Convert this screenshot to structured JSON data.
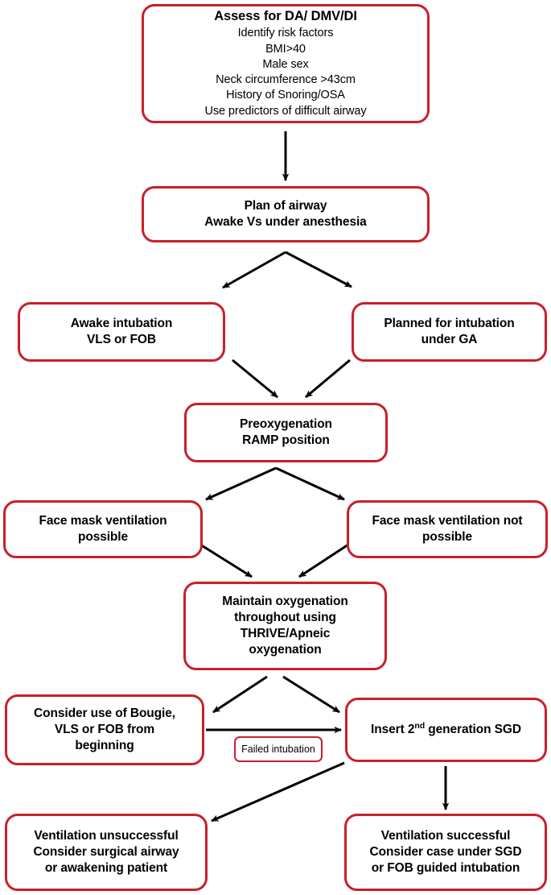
{
  "figure": {
    "type": "flowchart",
    "orientation": "top-to-bottom",
    "accent_color": "#c8202a",
    "text_color": "#000000",
    "background_color": "#ffffff"
  },
  "nodes": {
    "assess": {
      "title": "Assess for DA/ DMV/DI",
      "lines": [
        "Identify risk factors",
        "BMI>40",
        "Male sex",
        "Neck circumference >43cm",
        "History of Snoring/OSA",
        "Use predictors of difficult airway"
      ]
    },
    "plan": {
      "lines": [
        "Plan of airway",
        "Awake Vs under anesthesia"
      ]
    },
    "awake_intubation": {
      "lines": [
        "Awake intubation",
        "VLS or FOB"
      ]
    },
    "planned_ga": {
      "lines": [
        "Planned for intubation",
        "under GA"
      ]
    },
    "preoxygenation": {
      "lines": [
        "Preoxygenation",
        "RAMP position"
      ]
    },
    "fmv_possible": {
      "lines": [
        "Face mask ventilation",
        "possible"
      ]
    },
    "fmv_not_possible": {
      "lines": [
        "Face mask ventilation not",
        "possible"
      ]
    },
    "maintain_oxygenation": {
      "lines": [
        "Maintain oxygenation",
        "throughout using",
        "THRIVE/Apneic",
        "oxygenation"
      ]
    },
    "bougie": {
      "lines": [
        "Consider use of Bougie,",
        "VLS or FOB from",
        "beginning"
      ]
    },
    "sgd": {
      "text_prefix": "Insert 2",
      "superscript": "nd",
      "text_suffix": " generation SGD"
    },
    "ventilation_unsuccessful": {
      "lines": [
        "Ventilation unsuccessful",
        "Consider surgical airway",
        "or awakening patient"
      ]
    },
    "ventilation_successful": {
      "lines": [
        "Ventilation successful",
        "Consider case under SGD",
        "or FOB guided intubation"
      ]
    }
  },
  "labels": {
    "failed_intubation": "Failed intubation"
  },
  "edges": [
    {
      "from": "assess",
      "to": "plan",
      "style": "arrow-down"
    },
    {
      "from": "plan",
      "to": "awake_intubation",
      "style": "arrow-diagonal-left"
    },
    {
      "from": "plan",
      "to": "planned_ga",
      "style": "arrow-diagonal-right"
    },
    {
      "from": "awake_intubation",
      "to": "preoxygenation",
      "style": "arrow-diagonal-right"
    },
    {
      "from": "planned_ga",
      "to": "preoxygenation",
      "style": "arrow-diagonal-left"
    },
    {
      "from": "preoxygenation",
      "to": "fmv_possible",
      "style": "arrow-diagonal-left"
    },
    {
      "from": "preoxygenation",
      "to": "fmv_not_possible",
      "style": "arrow-diagonal-right"
    },
    {
      "from": "fmv_possible",
      "to": "maintain_oxygenation",
      "style": "arrow-diagonal-right"
    },
    {
      "from": "fmv_not_possible",
      "to": "maintain_oxygenation",
      "style": "arrow-diagonal-left"
    },
    {
      "from": "maintain_oxygenation",
      "to": "bougie",
      "style": "arrow-diagonal-left"
    },
    {
      "from": "maintain_oxygenation",
      "to": "sgd",
      "style": "arrow-diagonal-right"
    },
    {
      "from": "bougie",
      "to": "sgd",
      "style": "arrow-right",
      "label": "Failed intubation"
    },
    {
      "from": "sgd",
      "to": "ventilation_unsuccessful",
      "style": "arrow-diagonal-left-long"
    },
    {
      "from": "sgd",
      "to": "ventilation_successful",
      "style": "arrow-down"
    }
  ]
}
